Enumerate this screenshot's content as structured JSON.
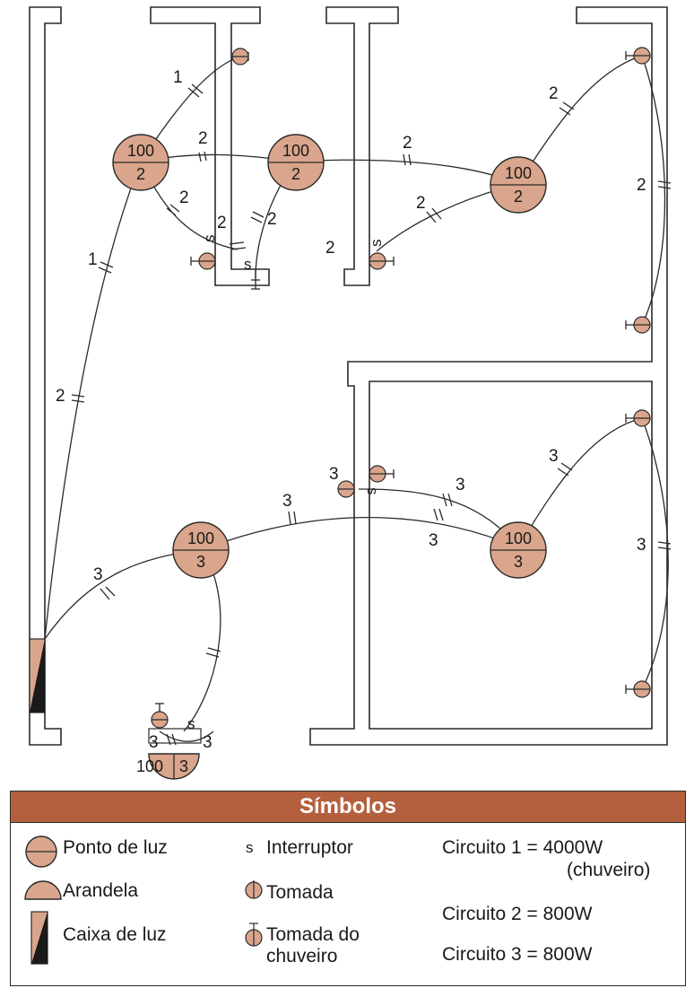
{
  "circuit_labels": {
    "c1": "1",
    "c2": "2",
    "c3": "3"
  },
  "lamps": [
    {
      "power": "100",
      "circuit": "2"
    },
    {
      "power": "100",
      "circuit": "2"
    },
    {
      "power": "100",
      "circuit": "2"
    },
    {
      "power": "100",
      "circuit": "3"
    },
    {
      "power": "100",
      "circuit": "3"
    }
  ],
  "wall_lamp": {
    "power": "100",
    "circuit": "3"
  },
  "switch_symbol": "s",
  "legend": {
    "title": "Símbolos",
    "items": {
      "ponto_de_luz": "Ponto de luz",
      "arandela": "Arandela",
      "caixa_de_luz": "Caixa de luz",
      "interruptor": "Interruptor",
      "tomada": "Tomada",
      "tomada_chuveiro_1": "Tomada do",
      "tomada_chuveiro_2": "chuveiro"
    },
    "circuits": {
      "c1": "Circuito 1 = 4000W",
      "c1_note": "(chuveiro)",
      "c2": "Circuito 2 = 800W",
      "c3": "Circuito 3 = 800W"
    }
  },
  "colors": {
    "fixture_fill": "#d9a58c",
    "legend_header": "#b4603e",
    "line": "#2a2a2a"
  }
}
